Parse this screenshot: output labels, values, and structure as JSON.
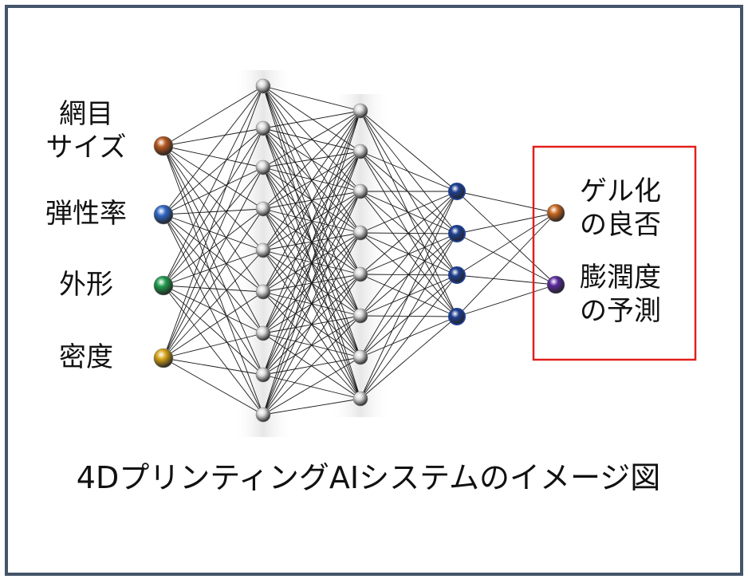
{
  "diagram": {
    "inputs": [
      {
        "label_lines": [
          "網目",
          "サイズ"
        ],
        "color": "#b5561e"
      },
      {
        "label_lines": [
          "弾性率"
        ],
        "color": "#2f66c4"
      },
      {
        "label_lines": [
          "外形"
        ],
        "color": "#1f9a4b"
      },
      {
        "label_lines": [
          "密度"
        ],
        "color": "#d6a417"
      }
    ],
    "hidden_layers": [
      {
        "node_count": 9,
        "color": "#dcdcdc"
      },
      {
        "node_count": 8,
        "color": "#dcdcdc"
      },
      {
        "node_count": 4,
        "color": "#1f3f8f"
      }
    ],
    "outputs": [
      {
        "label_lines": [
          "ゲル化",
          "の良否"
        ],
        "color": "#c9671f"
      },
      {
        "label_lines": [
          "膨潤度",
          "の予測"
        ],
        "color": "#5a2a9c"
      }
    ],
    "output_box_color": "#e0201c",
    "frame_color": "#44546a",
    "caption": "4DプリンティングAIシステムのイメージ図"
  }
}
